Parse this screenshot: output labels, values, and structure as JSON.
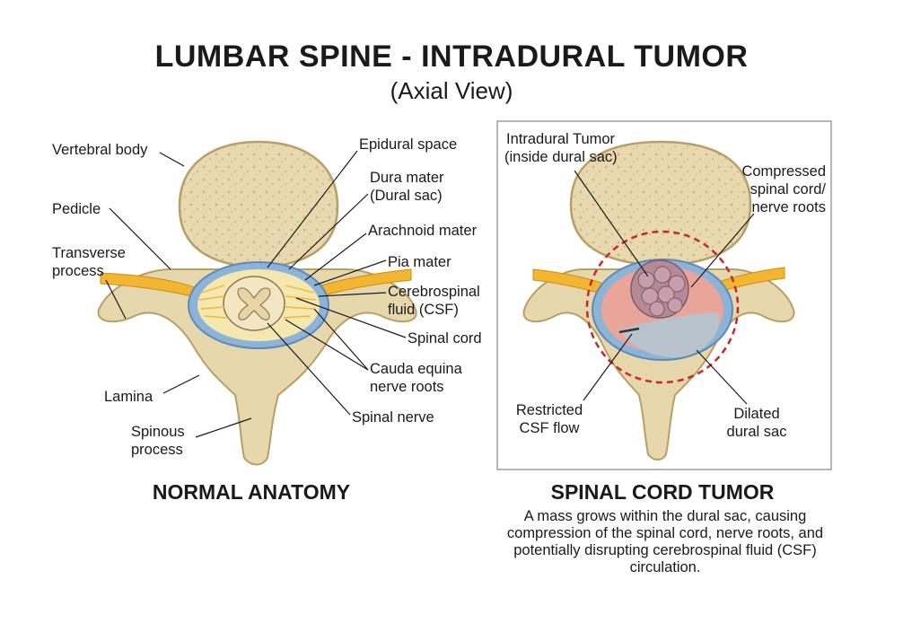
{
  "title": "LUMBAR SPINE - INTRADURAL TUMOR",
  "subtitle": "(Axial View)",
  "normal": {
    "heading": "NORMAL ANATOMY",
    "labels": {
      "vertebral_body": "Vertebral body",
      "pedicle": "Pedicle",
      "transverse_1": "Transverse",
      "transverse_2": "process",
      "lamina": "Lamina",
      "spinous_1": "Spinous",
      "spinous_2": "process",
      "epidural": "Epidural space",
      "dura_1": "Dura mater",
      "dura_2": "(Dural sac)",
      "arachnoid": "Arachnoid mater",
      "pia": "Pia mater",
      "csf_1": "Cerebrospinal",
      "csf_2": "fluid (CSF)",
      "spinal_cord": "Spinal cord",
      "cauda_1": "Cauda equina",
      "cauda_2": "nerve roots",
      "spinal_nerve": "Spinal nerve"
    }
  },
  "tumor": {
    "heading": "SPINAL CORD TUMOR",
    "description": "A mass grows within the dural sac, causing compression of the spinal cord, nerve roots, and potentially disrupting cerebrospinal fluid (CSF) circulation.",
    "labels": {
      "intradural_1": "Intradural Tumor",
      "intradural_2": "(inside dural sac)",
      "compressed_1": "Compressed",
      "compressed_2": "spinal cord/",
      "compressed_3": "nerve roots",
      "restricted_1": "Restricted",
      "restricted_2": "CSF flow",
      "dilated_1": "Dilated",
      "dilated_2": "dural sac"
    }
  },
  "colors": {
    "bone": "#e6d7ad",
    "bone_dark": "#c9b27c",
    "nerve": "#f2b632",
    "dura": "#8db3d6",
    "cord": "#f3e6c2",
    "tumor": "#b48a98",
    "warning": "#c62828"
  }
}
